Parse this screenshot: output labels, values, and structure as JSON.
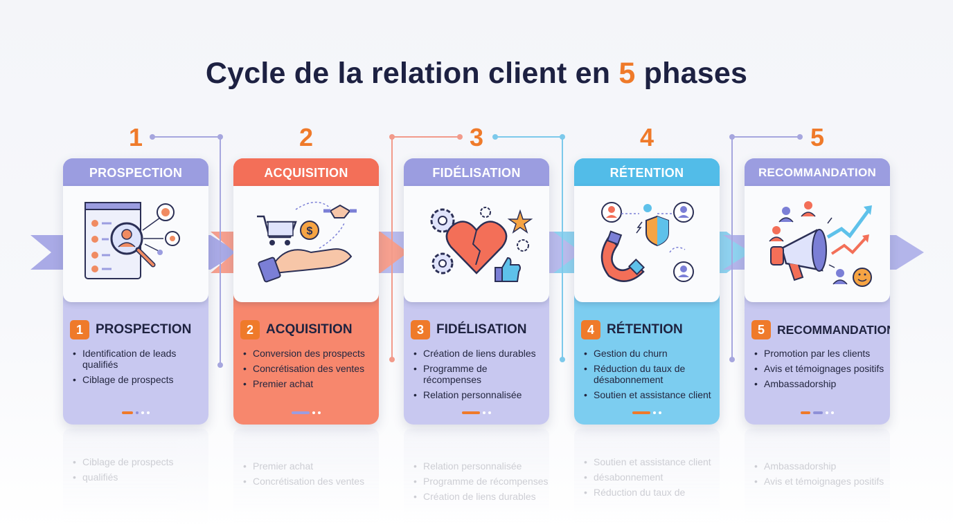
{
  "title": {
    "before": "Cycle de la relation client en ",
    "number": "5",
    "after": " phases"
  },
  "colors": {
    "purple": "#9b9de0",
    "coral": "#f47a62",
    "blue": "#5ec1ea",
    "orange": "#ef7a2a",
    "dark": "#1d2142"
  },
  "phases": [
    {
      "number": "1",
      "header": "PROSPECTION",
      "title": "PROSPECTION",
      "icon": "magnifier-lead-icon",
      "color": "purple",
      "items": [
        "Identification de leads qualifiés",
        "Ciblage de prospects"
      ],
      "reflection": [
        "Ciblage de prospects",
        "qualifiés"
      ]
    },
    {
      "number": "2",
      "header": "ACQUISITION",
      "title": "ACQUISITION",
      "icon": "cart-money-hand-icon",
      "color": "coral",
      "items": [
        "Conversion des prospects",
        "Concrétisation des ventes",
        "Premier achat"
      ],
      "reflection": [
        "Premier achat",
        "Concrétisation des ventes"
      ]
    },
    {
      "number": "3",
      "header": "FIDÉLISATION",
      "title": "FIDÉLISATION",
      "icon": "heart-gears-icon",
      "color": "purple",
      "items": [
        "Création de liens durables",
        "Programme de récompenses",
        "Relation personnalisée"
      ],
      "reflection": [
        "Relation personnalisée",
        "Programme de récompenses",
        "Création de liens durables"
      ]
    },
    {
      "number": "4",
      "header": "RÉTENTION",
      "title": "RÉTENTION",
      "icon": "magnet-shield-icon",
      "color": "blue",
      "items": [
        "Gestion du churn",
        "Réduction du taux de désabonnement",
        "Soutien et assistance client"
      ],
      "reflection": [
        "Soutien et assistance client",
        "désabonnement",
        "Réduction du taux de"
      ]
    },
    {
      "number": "5",
      "header": "RECOMMANDATION",
      "title": "RECOMMANDATION",
      "icon": "megaphone-growth-icon",
      "color": "purple",
      "items": [
        "Promotion par les clients",
        "Avis et témoignages positifs",
        "Ambassadorship"
      ],
      "reflection": [
        "Ambassadorship",
        "Avis et témoignages positifs"
      ]
    }
  ]
}
